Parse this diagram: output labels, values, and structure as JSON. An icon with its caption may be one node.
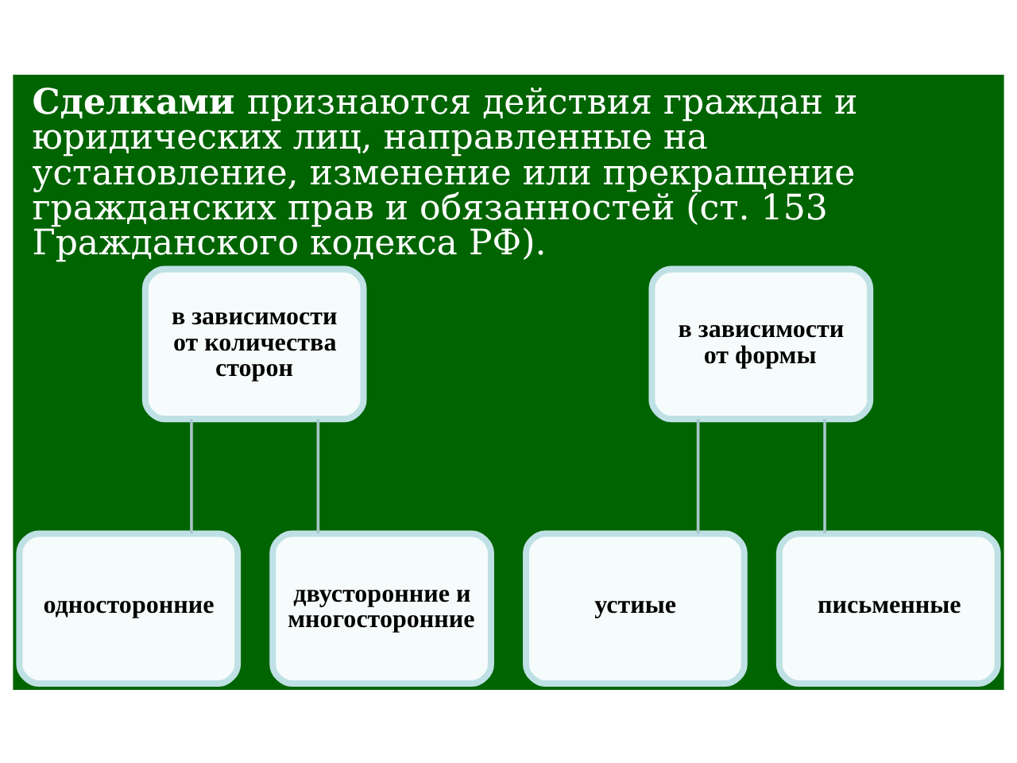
{
  "diagram": {
    "title": "**Сделками** признаются действия граждан и юридических лиц, направленные на установление, изменение или прекращение гражданских прав и обязанностей (ст. 153 Гражданского кодекса РФ).",
    "nodes": [
      {
        "text": [
          "в зависимости от количества сторон"
        ]
      },
      {
        "text": [
          "односторонние"
        ]
      },
      {
        "text": [
          "двусторонние и многосторонние"
        ]
      },
      {
        "text": [
          "в зависимости от формы"
        ]
      },
      {
        "text": [
          "устиые"
        ]
      },
      {
        "text": [
          "письменные"
        ]
      }
    ],
    "edges": [
      {
        "from": 0,
        "to": 1,
        "arrow": "none"
      },
      {
        "from": 0,
        "to": 2,
        "arrow": "none"
      },
      {
        "from": 3,
        "to": 4,
        "arrow": "none"
      },
      {
        "from": 3,
        "to": 5,
        "arrow": "none"
      }
    ]
  }
}
